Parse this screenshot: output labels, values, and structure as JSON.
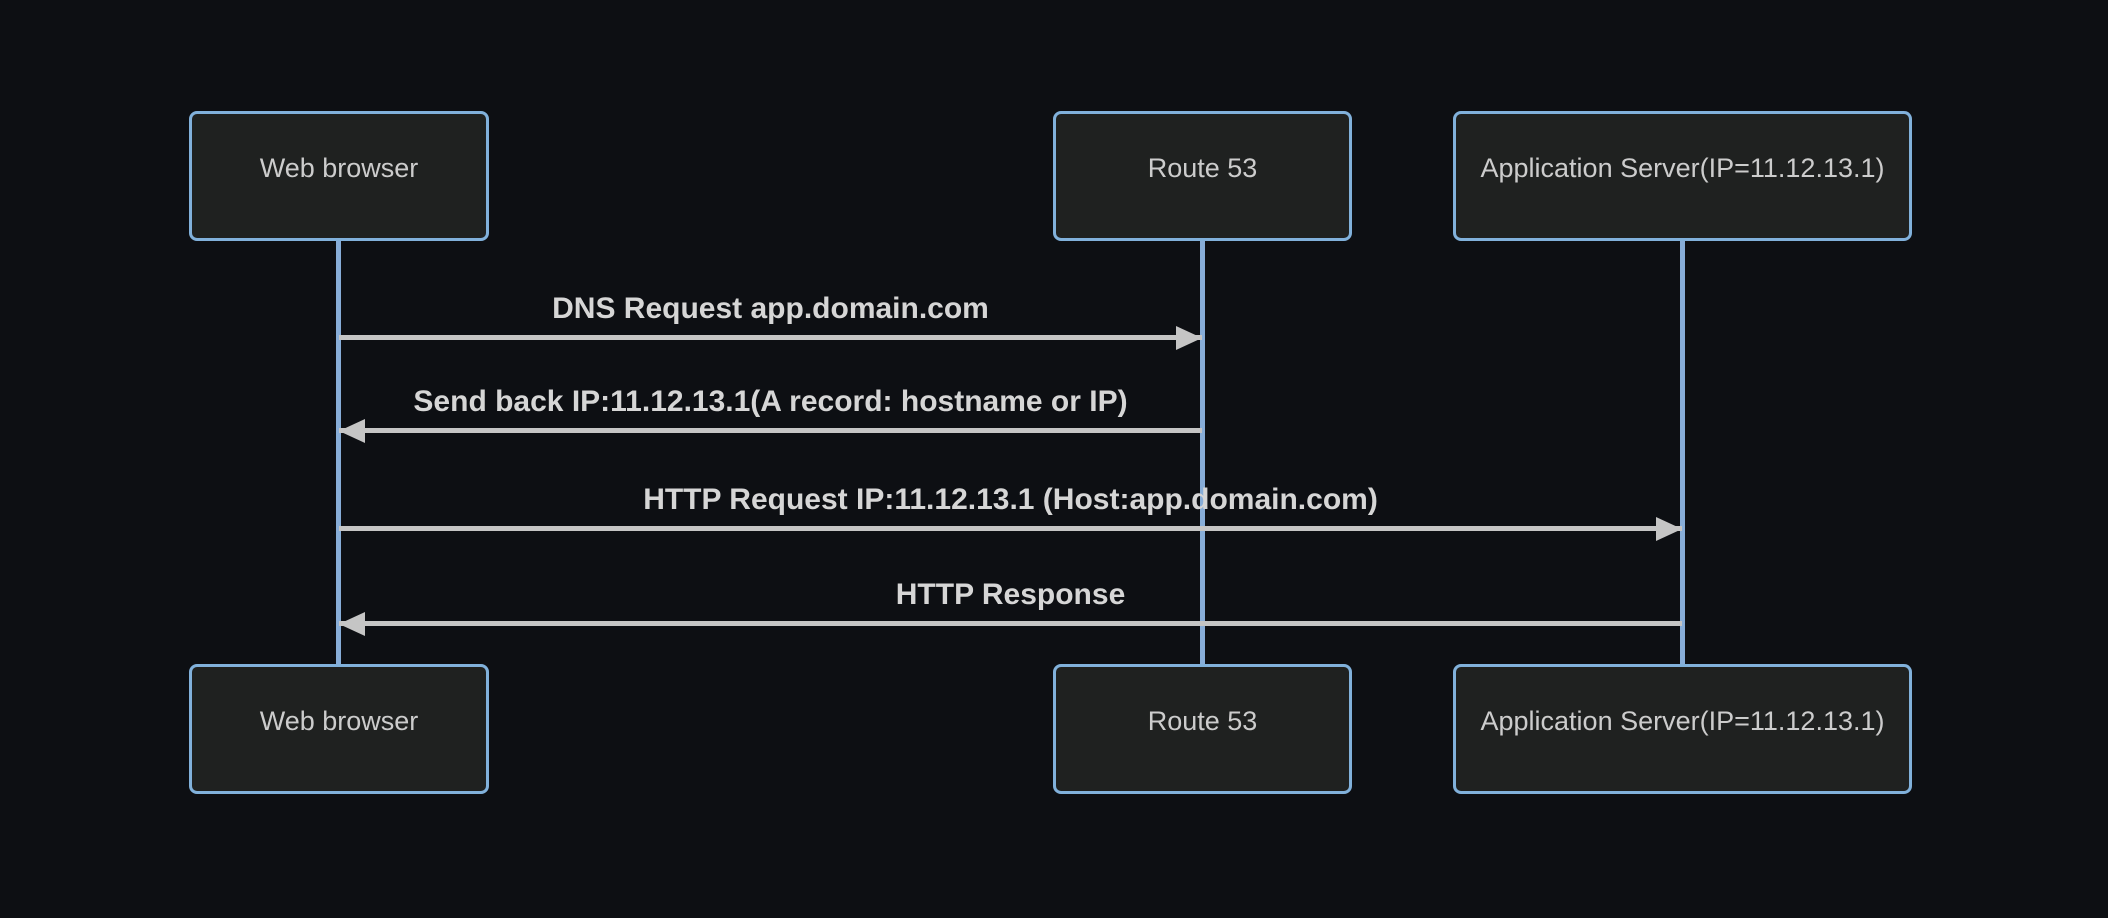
{
  "diagram": {
    "type": "sequence-diagram",
    "actors": [
      {
        "label": "Web browser"
      },
      {
        "label": "Route 53"
      },
      {
        "label": "Application Server(IP=11.12.13.1)"
      }
    ],
    "messages": [
      {
        "label": "DNS Request app.domain.com",
        "from": "Web browser",
        "to": "Route 53",
        "direction": "right"
      },
      {
        "label": "Send back IP:11.12.13.1(A record: hostname or IP)",
        "from": "Route 53",
        "to": "Web browser",
        "direction": "left"
      },
      {
        "label": "HTTP Request IP:11.12.13.1 (Host:app.domain.com)",
        "from": "Web browser",
        "to": "Application Server(IP=11.12.13.1)",
        "direction": "right"
      },
      {
        "label": "HTTP Response",
        "from": "Application Server(IP=11.12.13.1)",
        "to": "Web browser",
        "direction": "left"
      }
    ],
    "colors": {
      "background": "#0d0f13",
      "actor_fill": "#1f2120",
      "actor_border": "#81b1db",
      "lifeline": "#87add8",
      "arrow": "#c5c5c5",
      "actor_text": "#cccccc",
      "message_text": "#d6d6d6"
    }
  }
}
